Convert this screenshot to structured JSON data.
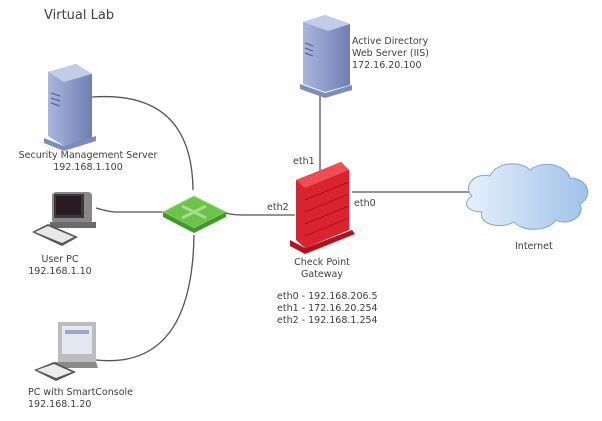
{
  "title": "Virtual Lab",
  "nodes": {
    "sms": {
      "label": "Security Management Server",
      "ip": "192.168.1.100"
    },
    "user_pc": {
      "label": "User PC",
      "ip": "192.168.1.10"
    },
    "console_pc": {
      "label": "PC with SmartConsole",
      "ip": "192.168.1.20"
    },
    "ad_server": {
      "label_line1": "Active Directory",
      "label_line2": "Web Server (IIS)",
      "ip": "172.16.20.100"
    },
    "gateway": {
      "label_line1": "Check Point",
      "label_line2": "Gateway"
    },
    "internet": {
      "label": "Internet"
    },
    "switch": {
      "label": "switch"
    }
  },
  "interfaces": {
    "eth0_label": "eth0",
    "eth1_label": "eth1",
    "eth2_label": "eth2"
  },
  "gateway_ips": [
    "eth0 - 192.168.206.5",
    "eth1 - 172.16.20.254",
    "eth2 - 192.168.1.254"
  ],
  "colors": {
    "server": "#8e9dc9",
    "firewall": "#d9232f",
    "switch": "#6cc24a",
    "cloud": "#b9d3f0",
    "link": "#555555"
  }
}
